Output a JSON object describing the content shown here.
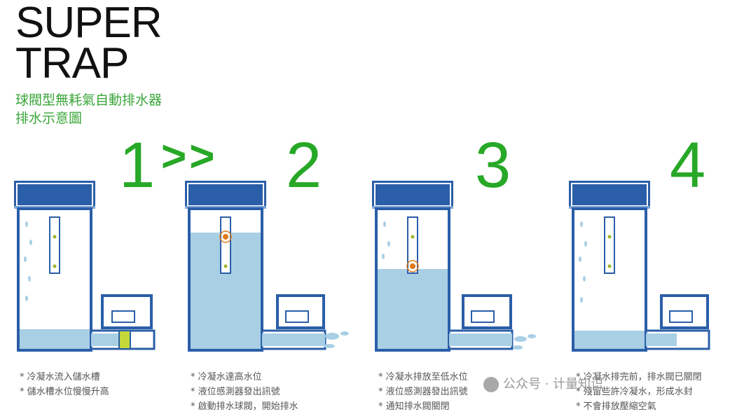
{
  "brand": {
    "line1": "SUPER",
    "line2": "TRAP"
  },
  "subtitle": {
    "line1": "球閥型無耗氣自動排水器",
    "line2": "排水示意圖"
  },
  "steps": [
    {
      "number": "1",
      "captions": [
        "* 冷凝水流入儲水槽",
        "* 儲水槽水位慢慢升高"
      ]
    },
    {
      "number": "2",
      "captions": [
        "* 冷凝水達高水位",
        "* 液位感測器發出訊號",
        "* 啟動排水球閥，開始排水"
      ]
    },
    {
      "number": "3",
      "captions": [
        "* 冷凝水排放至低水位",
        "* 液位感測器發出訊號",
        "* 通知排水閥關閉"
      ]
    },
    {
      "number": "4",
      "captions": [
        "* 冷凝水排完前，排水閥已關閉",
        "* 殘留些許冷凝水，形成水封",
        "* 不會排放壓縮空氣"
      ]
    }
  ],
  "arrow": ">>",
  "watermark": "公众号 · 计量知识"
}
